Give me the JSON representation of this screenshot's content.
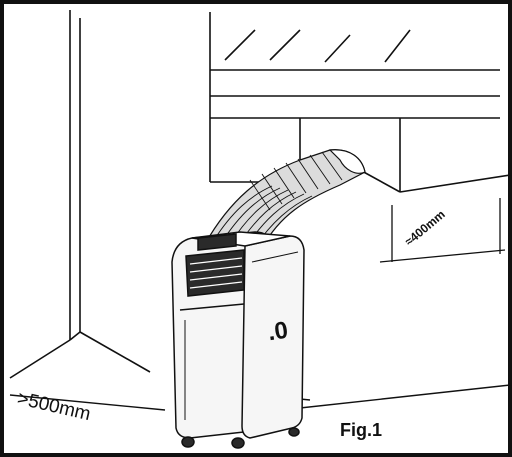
{
  "figure": {
    "caption": "Fig.1",
    "wall_clearance_label": ">500mm",
    "window_clearance_label": "≈400mm",
    "unit_panel_text": ".0"
  },
  "colors": {
    "ink": "#111111",
    "paper": "#ffffff",
    "hose_fill": "#dcdcdc",
    "unit_fill": "#f6f6f6",
    "vent_fill": "#2a2a2a"
  },
  "icons": {
    "unit": "portable-air-conditioner-icon",
    "hose": "exhaust-hose-icon",
    "window": "window-icon"
  }
}
